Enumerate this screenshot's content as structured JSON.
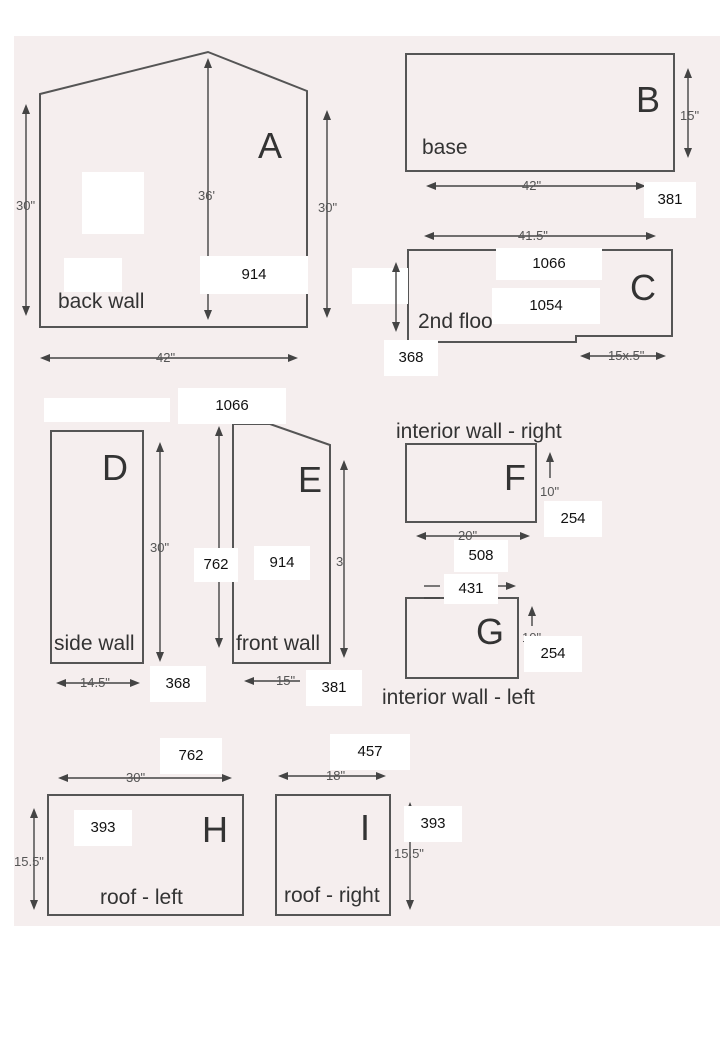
{
  "pieces": [
    {
      "letter": "A",
      "name": "back wall",
      "dims": [
        "30\"",
        "36'",
        "30\"",
        "42\""
      ]
    },
    {
      "letter": "B",
      "name": "base",
      "dims": [
        "15\"",
        "42\""
      ]
    },
    {
      "letter": "C",
      "name": "2nd floo",
      "dims": [
        "41.5\"",
        "15x.5\""
      ]
    },
    {
      "letter": "D",
      "name": "side wall",
      "dims": [
        "30\"",
        "14.5\""
      ]
    },
    {
      "letter": "E",
      "name": "front wall",
      "dims": [
        "3",
        "15\""
      ]
    },
    {
      "letter": "F",
      "name": "interior wall - right",
      "dims": [
        "10\"",
        "20\""
      ]
    },
    {
      "letter": "G",
      "name": "interior wall - left",
      "dims": [
        "10\""
      ]
    },
    {
      "letter": "H",
      "name": "roof - left",
      "dims": [
        "30\"",
        "15.5\""
      ]
    },
    {
      "letter": "I",
      "name": "roof - right",
      "dims": [
        "18\"",
        "15.5\""
      ]
    }
  ],
  "mm_labels": [
    "914",
    "381",
    "1066",
    "1054",
    "368",
    "1066",
    "762",
    "914",
    "254",
    "508",
    "431",
    "254",
    "368",
    "381",
    "762",
    "393",
    "457",
    "393"
  ]
}
